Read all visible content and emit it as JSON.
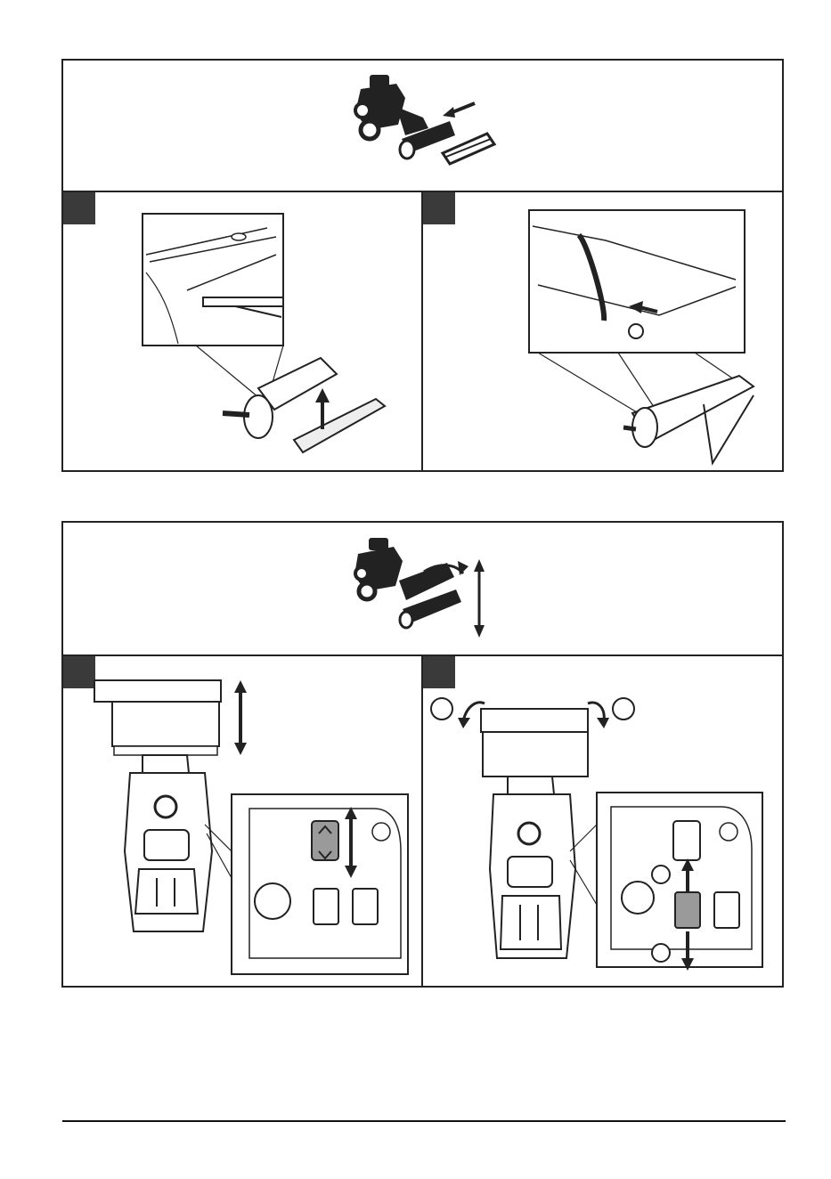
{
  "figure_1": {
    "panels": [
      {
        "name": "remove-grass-box",
        "number_tab": ""
      },
      {
        "name": "attach-deflector",
        "number_tab": ""
      }
    ]
  },
  "figure_2": {
    "panels": [
      {
        "name": "raise-lower",
        "number_tab": ""
      },
      {
        "name": "tilt",
        "number_tab": ""
      }
    ],
    "callouts": [
      "",
      "",
      "",
      ""
    ]
  },
  "icons": {
    "overview_1": "tractor-with-roller-brush-icon",
    "overview_2": "tractor-tilt-lift-icon",
    "control_panel": "control-panel-icon",
    "arrow": "arrow-icon"
  },
  "colors": {
    "frame": "#222222",
    "tab": "#3a3a3a",
    "button_active": "#9a9a9a"
  }
}
